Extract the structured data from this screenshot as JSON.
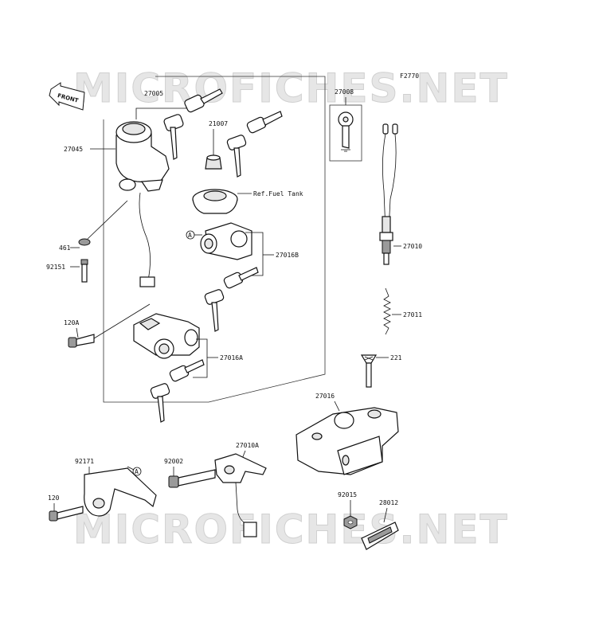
{
  "figure_code": "F2770",
  "watermark": "MICROFICHES.NET",
  "front_label": "FRONT",
  "ref_note": "Ref.Fuel Tank",
  "callout_letter": "A",
  "parts": {
    "p27005": "27005",
    "p27045": "27045",
    "p21007": "21007",
    "p461": "461",
    "p92151": "92151",
    "p27016B": "27016B",
    "p120A": "120A",
    "p27016A": "27016A",
    "p27008": "27008",
    "p27010": "27010",
    "p27011": "27011",
    "p221": "221",
    "p27016": "27016",
    "p92171": "92171",
    "p92002": "92002",
    "p27010A": "27010A",
    "p120": "120",
    "p92015": "92015",
    "p28012": "28012"
  }
}
